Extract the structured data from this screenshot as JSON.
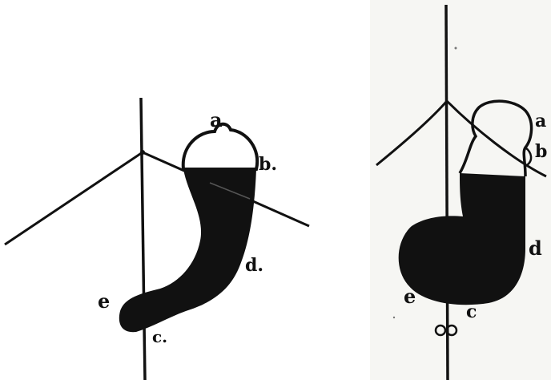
{
  "figures": [
    {
      "labels": {
        "a": "a",
        "b": "b.",
        "c": "c.",
        "d": "d.",
        "e": "e"
      }
    },
    {
      "labels": {
        "a": "a",
        "b": "b",
        "c": "c",
        "d": "d",
        "e": "e"
      }
    }
  ],
  "colors": {
    "ink": "#111111",
    "paper_left": "#ffffff",
    "paper_right": "#f6f6f3"
  }
}
